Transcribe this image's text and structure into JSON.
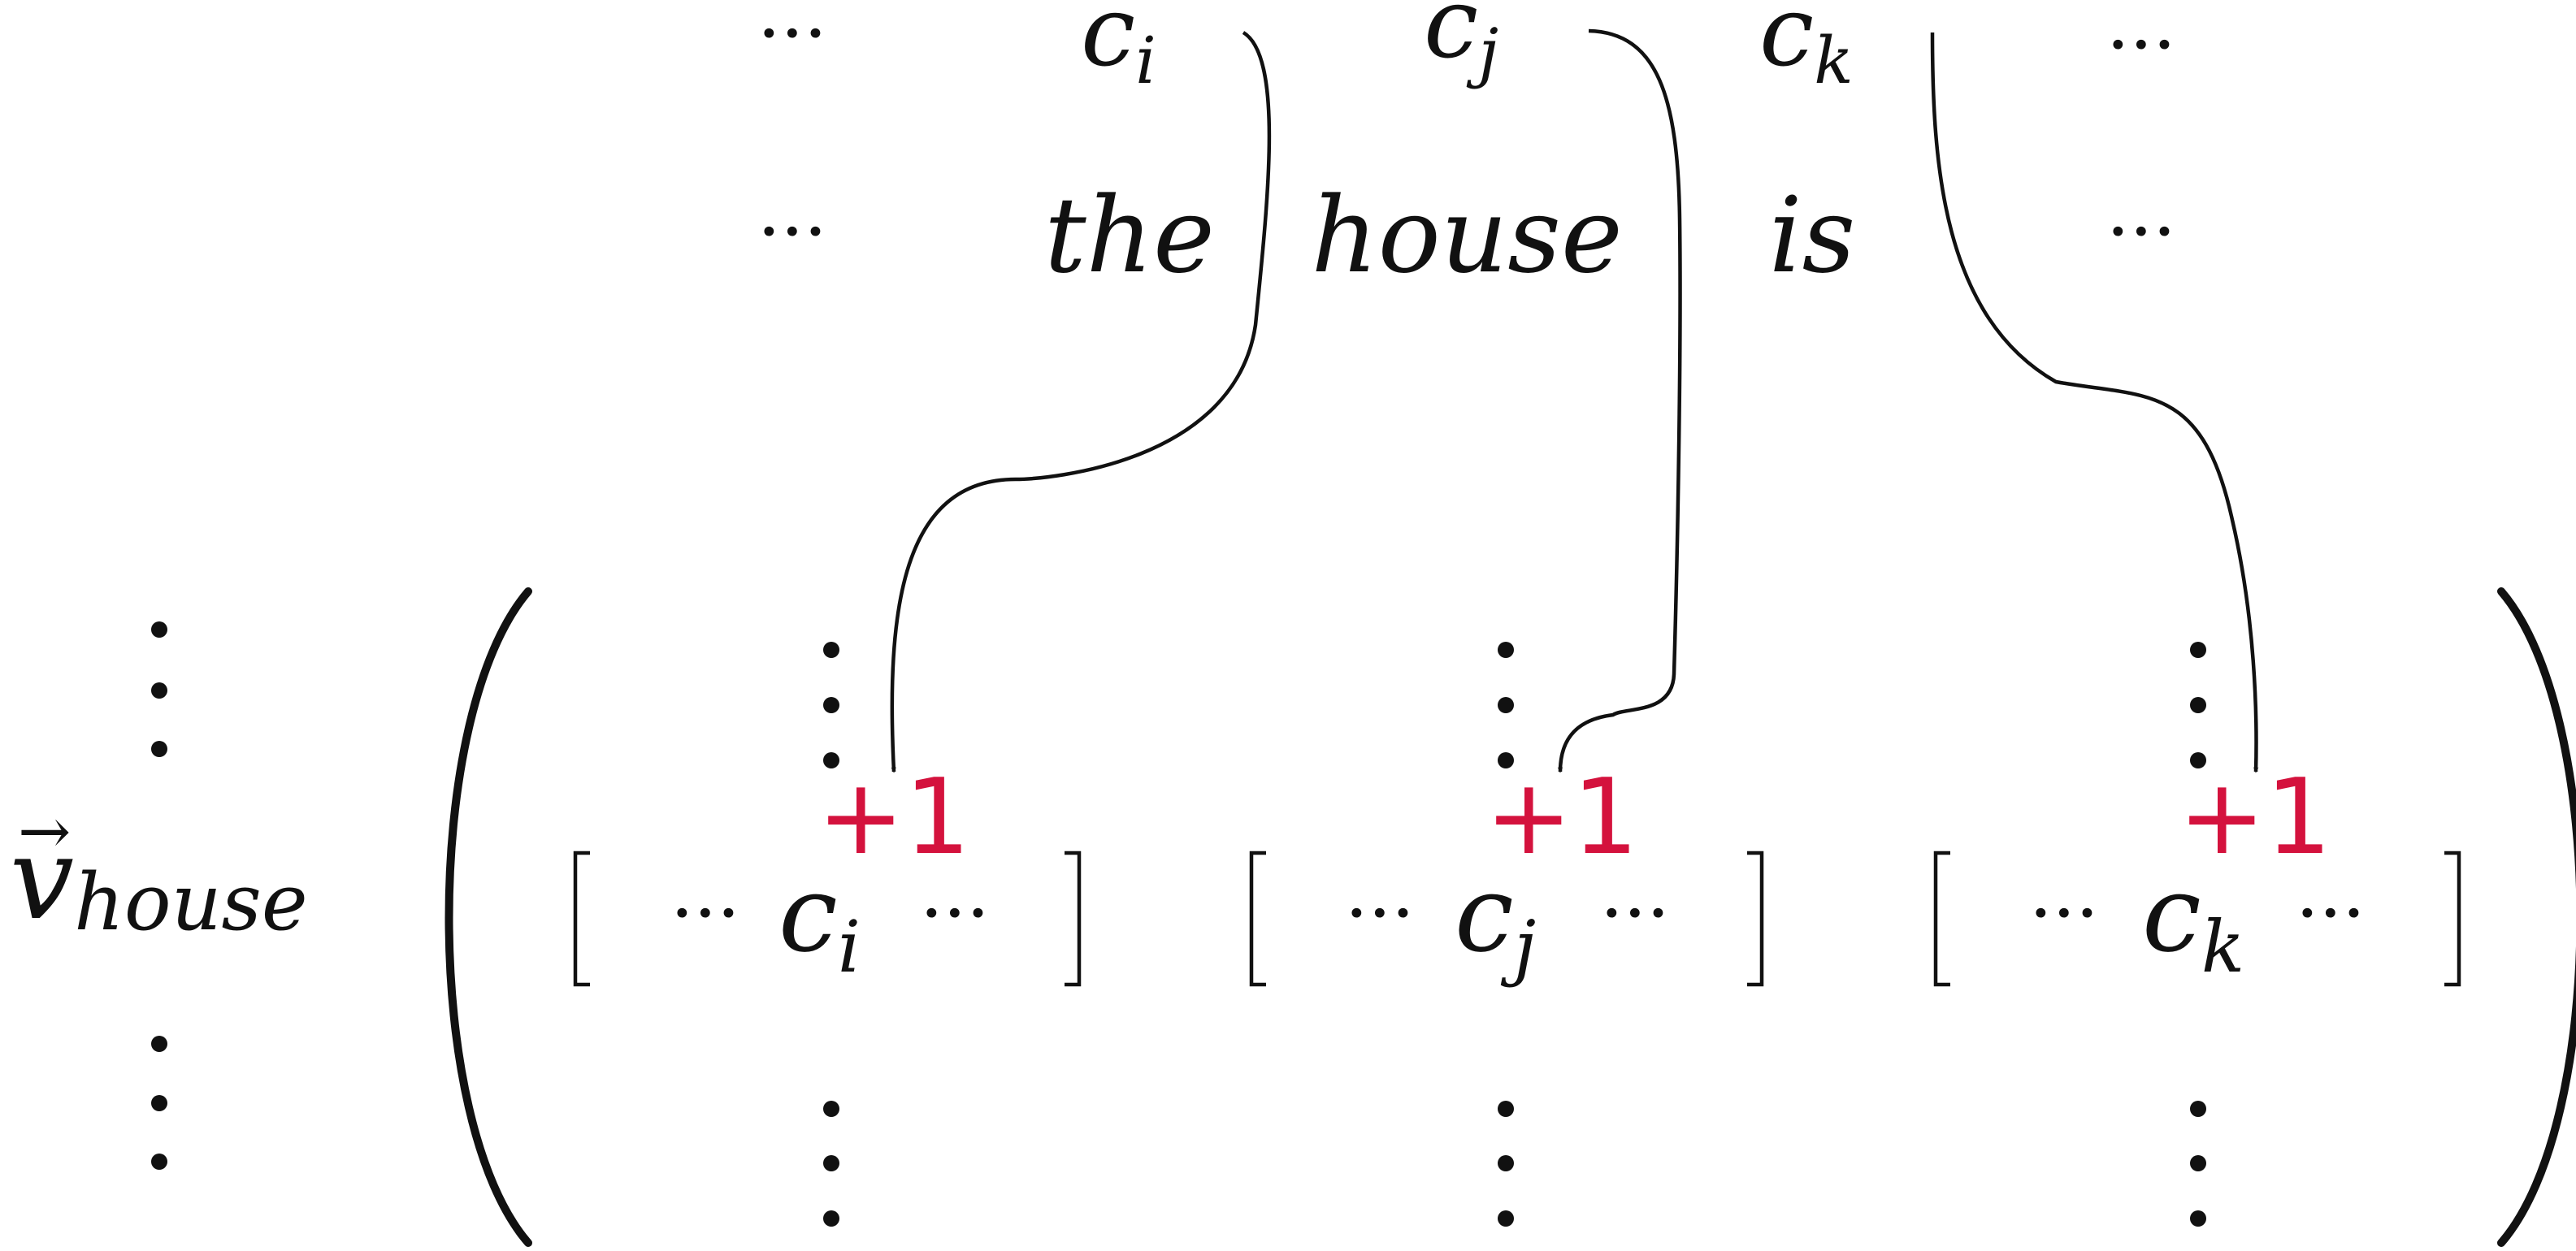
{
  "top_row": {
    "ellipsis_left": "···",
    "c_i": {
      "base": "c",
      "sub": "i"
    },
    "c_j": {
      "base": "c",
      "sub": "j"
    },
    "c_k": {
      "base": "c",
      "sub": "k"
    },
    "ellipsis_right": "···"
  },
  "sentence": {
    "ellipsis_left": "···",
    "word_the": "the",
    "word_house": "house",
    "word_is": "is",
    "ellipsis_right": "···"
  },
  "vector_label": {
    "base": "v",
    "sub": "house"
  },
  "matrix": {
    "increment": "+1",
    "cell_ellipsis": "···",
    "columns": [
      {
        "base": "c",
        "sub": "i"
      },
      {
        "base": "c",
        "sub": "j"
      },
      {
        "base": "c",
        "sub": "k"
      }
    ]
  },
  "colors": {
    "text": "#111111",
    "highlight_word": "#1f4a87",
    "increment": "#d4123d"
  }
}
